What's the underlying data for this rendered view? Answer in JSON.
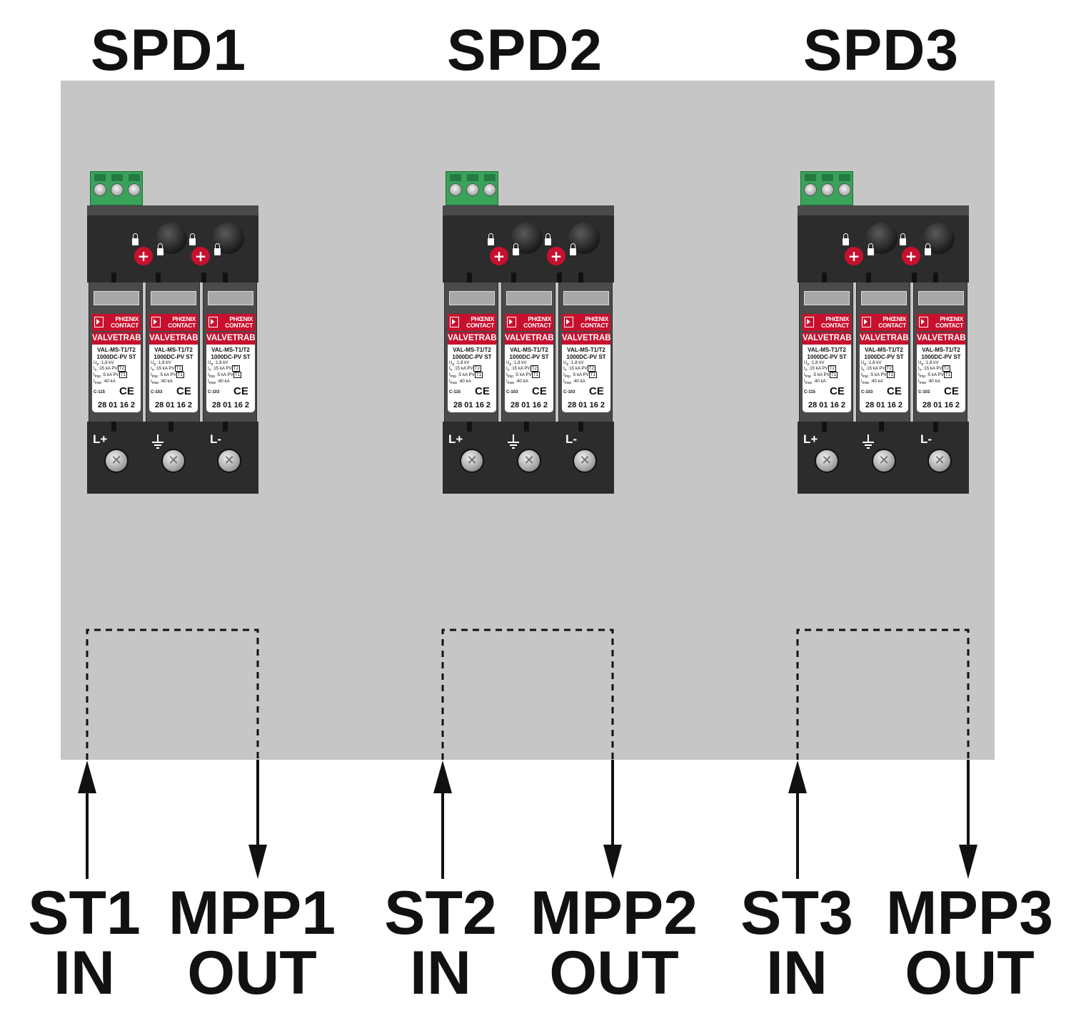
{
  "spds": [
    {
      "title": "SPD1",
      "input": {
        "line1": "ST1",
        "line2": "IN"
      },
      "output": {
        "line1": "MPP1",
        "line2": "OUT"
      },
      "modules": [
        {
          "brand1": "PHŒNIX",
          "brand2": "CONTACT",
          "series": "VALVETRAB",
          "model1": "VAL-MS-T1/T2",
          "model2": "1000DC-PV ST",
          "up": ":1,8 kV",
          "in": ":15 kA PV",
          "in_box": "T2",
          "imp": ":5   kA PV",
          "imp_box": "T1",
          "imax": ":40 kA",
          "code": "C-115",
          "ce": "CE",
          "article": "28 01 16 2"
        },
        {
          "brand1": "PHŒNIX",
          "brand2": "CONTACT",
          "series": "VALVETRAB",
          "model1": "VAL-MS-T1/T2",
          "model2": "1000DC-PV ST",
          "up": ":1,8 kV",
          "in": ":15 kA PV",
          "in_box": "T2",
          "imp": ":5   kA PV",
          "imp_box": "T1",
          "imax": ":40 kA",
          "code": "C-103",
          "ce": "CE",
          "article": "28 01 16 2"
        },
        {
          "brand1": "PHŒNIX",
          "brand2": "CONTACT",
          "series": "VALVETRAB",
          "model1": "VAL-MS-T1/T2",
          "model2": "1000DC-PV ST",
          "up": ":1,8 kV",
          "in": ":15 kA PV",
          "in_box": "T2",
          "imp": ":5   kA PV",
          "imp_box": "T1",
          "imax": ":40 kA",
          "code": "C-103",
          "ce": "CE",
          "article": "28 01 16 2"
        }
      ]
    },
    {
      "title": "SPD2",
      "input": {
        "line1": "ST2",
        "line2": "IN"
      },
      "output": {
        "line1": "MPP2",
        "line2": "OUT"
      },
      "modules": [
        {
          "brand1": "PHŒNIX",
          "brand2": "CONTACT",
          "series": "VALVETRAB",
          "model1": "VAL-MS-T1/T2",
          "model2": "1000DC-PV ST",
          "up": ":1,8 kV",
          "in": ":15 kA PV",
          "in_box": "T2",
          "imp": ":5   kA PV",
          "imp_box": "T1",
          "imax": ":40 kA",
          "code": "C-115",
          "ce": "CE",
          "article": "28 01 16 2"
        },
        {
          "brand1": "PHŒNIX",
          "brand2": "CONTACT",
          "series": "VALVETRAB",
          "model1": "VAL-MS-T1/T2",
          "model2": "1000DC-PV ST",
          "up": ":1,8 kV",
          "in": ":15 kA PV",
          "in_box": "T2",
          "imp": ":5   kA PV",
          "imp_box": "T1",
          "imax": ":40 kA",
          "code": "C-103",
          "ce": "CE",
          "article": "28 01 16 2"
        },
        {
          "brand1": "PHŒNIX",
          "brand2": "CONTACT",
          "series": "VALVETRAB",
          "model1": "VAL-MS-T1/T2",
          "model2": "1000DC-PV ST",
          "up": ":1,8 kV",
          "in": ":15 kA PV",
          "in_box": "T2",
          "imp": ":5   kA PV",
          "imp_box": "T1",
          "imax": ":40 kA",
          "code": "C-103",
          "ce": "CE",
          "article": "28 01 16 2"
        }
      ]
    },
    {
      "title": "SPD3",
      "input": {
        "line1": "ST3",
        "line2": "IN"
      },
      "output": {
        "line1": "MPP3",
        "line2": "OUT"
      },
      "modules": [
        {
          "brand1": "PHŒNIX",
          "brand2": "CONTACT",
          "series": "VALVETRAB",
          "model1": "VAL-MS-T1/T2",
          "model2": "1000DC-PV ST",
          "up": ":1,8 kV",
          "in": ":15 kA PV",
          "in_box": "T2",
          "imp": ":5   kA PV",
          "imp_box": "T1",
          "imax": ":40 kA",
          "code": "C-115",
          "ce": "CE",
          "article": "28 01 16 2"
        },
        {
          "brand1": "PHŒNIX",
          "brand2": "CONTACT",
          "series": "VALVETRAB",
          "model1": "VAL-MS-T1/T2",
          "model2": "1000DC-PV ST",
          "up": ":1,8 kV",
          "in": ":15 kA PV",
          "in_box": "T2",
          "imp": ":5   kA PV",
          "imp_box": "T1",
          "imax": ":40 kA",
          "code": "C-103",
          "ce": "CE",
          "article": "28 01 16 2"
        },
        {
          "brand1": "PHŒNIX",
          "brand2": "CONTACT",
          "series": "VALVETRAB",
          "model1": "VAL-MS-T1/T2",
          "model2": "1000DC-PV ST",
          "up": ":1,8 kV",
          "in": ":15 kA PV",
          "in_box": "T2",
          "imp": ":5   kA PV",
          "imp_box": "T1",
          "imax": ":40 kA",
          "code": "C-103",
          "ce": "CE",
          "article": "28 01 16 2"
        }
      ]
    }
  ],
  "pole_labels": {
    "plus": "L+",
    "minus": "L-"
  },
  "spec_symbols": {
    "up": "U",
    "up_sub": "p",
    "in": "I",
    "in_sub": "n",
    "imp": "I",
    "imp_sub": "Imp",
    "imax": "I",
    "imax_sub": "max"
  },
  "icons": {
    "earth": "earth-ground-icon",
    "lock_open": "unlock-icon",
    "lock_closed": "lock-icon",
    "knob": "status-knob-icon",
    "screw": "terminal-screw-icon"
  },
  "colors": {
    "panel": "#c6c6c6",
    "device": "#2c2c2c",
    "brand_red": "#c8102e",
    "terminal_green": "#3aa35a",
    "text": "#111111"
  }
}
